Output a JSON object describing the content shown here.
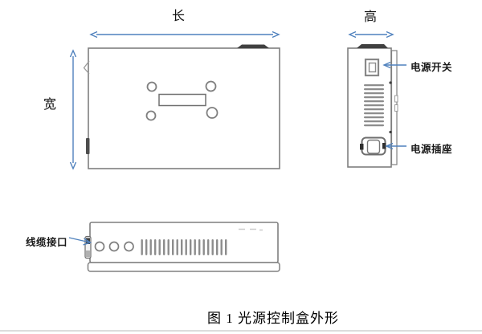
{
  "figure_caption": "图 1 光源控制盒外形",
  "dimension_labels": {
    "length": "长",
    "width": "宽",
    "height": "高"
  },
  "callout_labels": {
    "power_switch": "电源开关",
    "power_socket": "电源插座",
    "cable_interface": "线缆接口"
  },
  "colors": {
    "arrow_blue": "#4f81bd",
    "outline_gray": "#7f7f7f",
    "dark_accent": "#404040",
    "vent_gray": "#8c8c8c",
    "text": "#000000"
  }
}
